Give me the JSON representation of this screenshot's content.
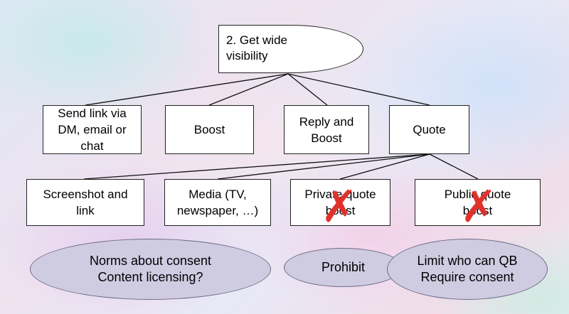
{
  "root": {
    "label": "2. Get wide\nvisibility"
  },
  "level1": [
    {
      "label": "Send link via\nDM, email or\nchat"
    },
    {
      "label": "Boost"
    },
    {
      "label": "Reply and\nBoost"
    },
    {
      "label": "Quote"
    }
  ],
  "level2": [
    {
      "label": "Screenshot and\nlink"
    },
    {
      "label": "Media (TV,\nnewspaper, …)"
    },
    {
      "label": "Private quote\nboost",
      "crossed": true
    },
    {
      "label": "Public quote\nboost",
      "crossed": true
    }
  ],
  "notes": [
    {
      "label": "Norms about consent\nContent licensing?"
    },
    {
      "label": "Prohibit"
    },
    {
      "label": "Limit who can QB\nRequire consent"
    }
  ],
  "cross_glyph": "✗",
  "colors": {
    "cross": "#e0312b",
    "note_fill": "#cfcce2"
  }
}
